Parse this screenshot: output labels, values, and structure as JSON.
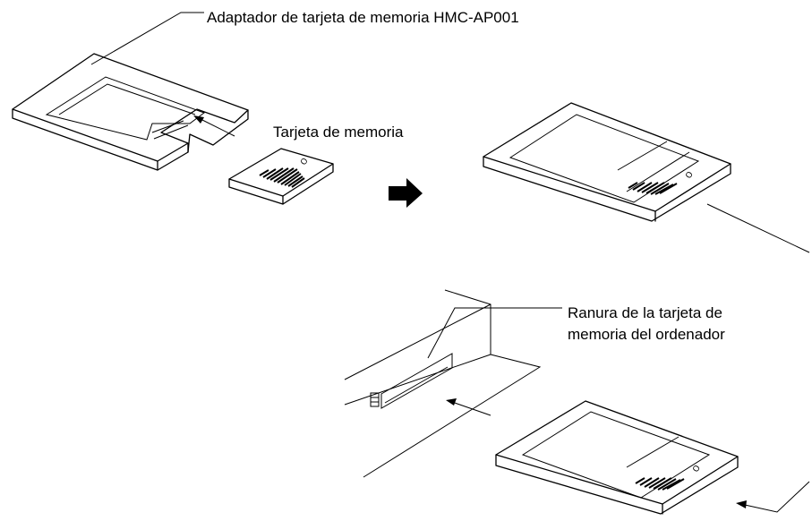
{
  "labels": {
    "adapter": "Adaptador de tarjeta de memoria HMC-AP001",
    "memory_card": "Tarjeta de memoria",
    "slot_line1": "Ranura de la tarjeta de",
    "slot_line2": "memoria del ordenador"
  },
  "icons": {
    "step_arrow": "right-arrow-icon",
    "card_logo": "omron-logo-icon"
  }
}
